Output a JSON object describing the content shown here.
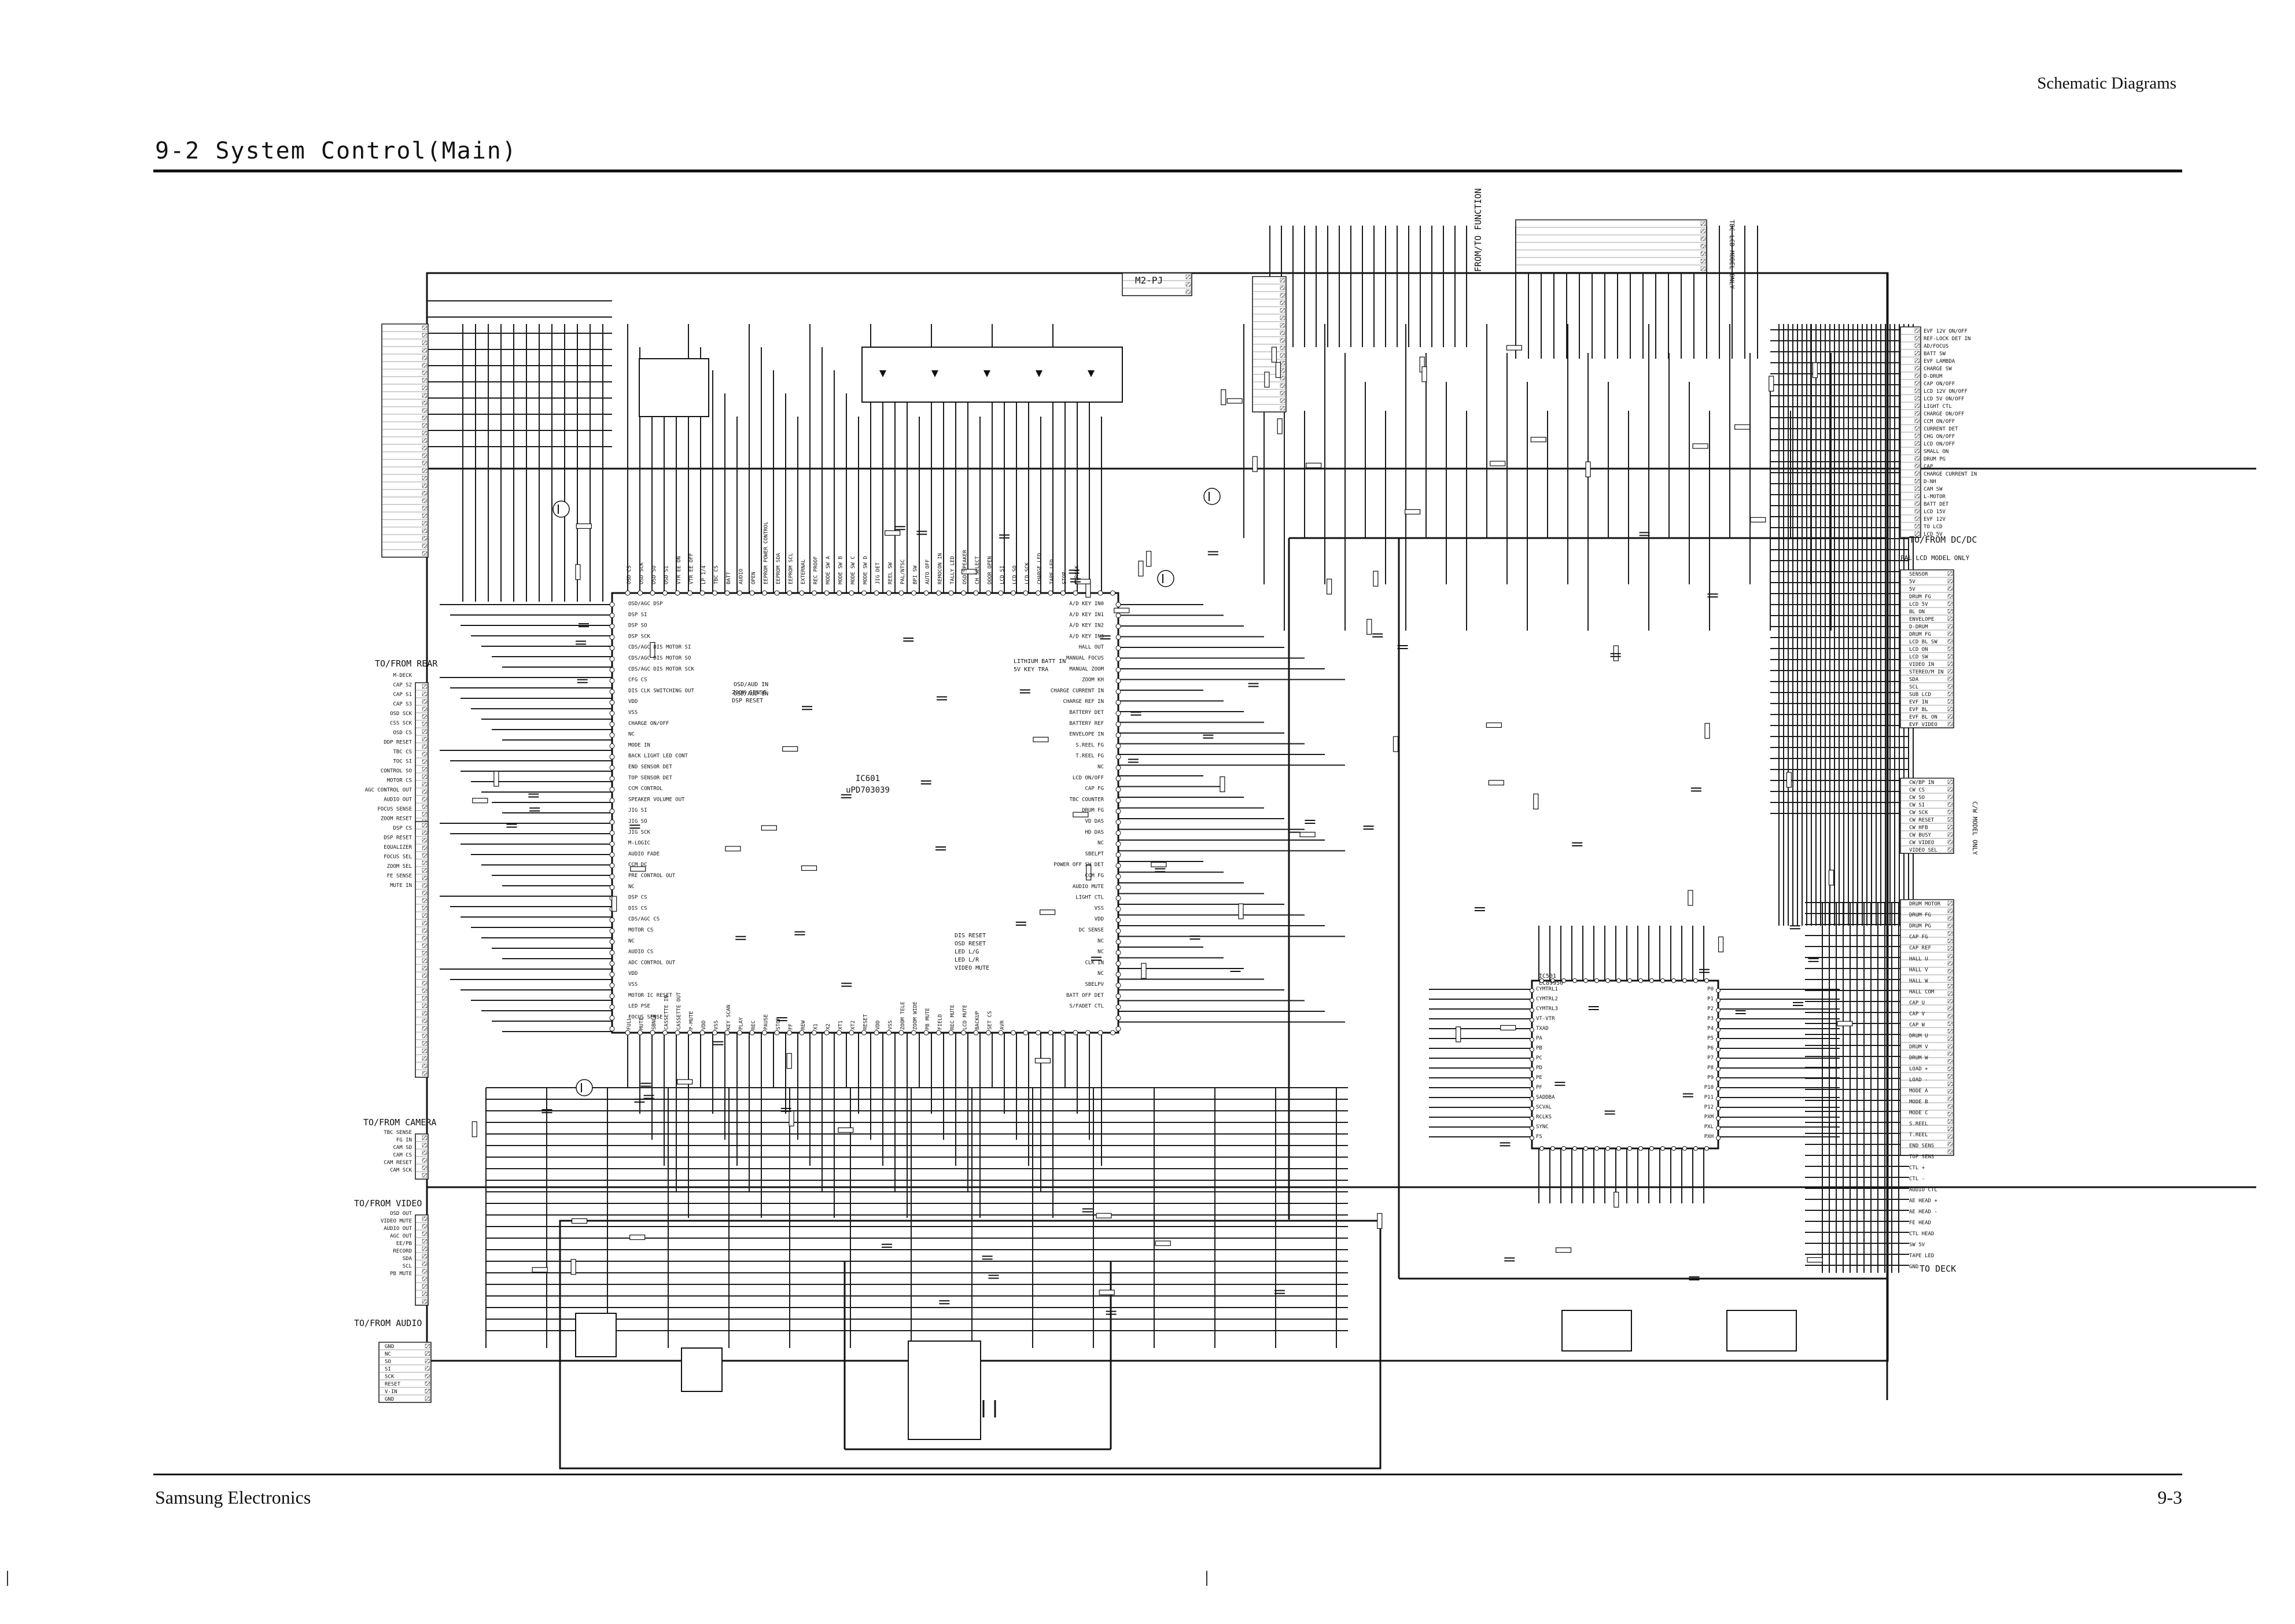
{
  "header": {
    "section": "Schematic Diagrams"
  },
  "title": "9-2 System Control(Main)",
  "footer": {
    "company": "Samsung Electronics",
    "page": "9-3"
  },
  "schematic": {
    "ic_main": {
      "ref": "IC601",
      "part": "uPD703039"
    },
    "ic_ctrl": {
      "ref": "IC501",
      "part": "LC89950"
    },
    "labels": {
      "rear": "TO/FROM REAR",
      "camera": "TO/FROM CAMERA",
      "video": "TO/FROM VIDEO",
      "audio": "TO/FROM AUDIO",
      "dcdc": "TO/FROM DC/DC",
      "deck": "TO DECK",
      "function": "FROM/TO FUNCTION",
      "m2pj": "M2-PJ",
      "pal": "PAL LCD MODEL ONLY",
      "cw": "C/W MODEL ONLY",
      "tbc": "TBC LCD MODEL ONLY"
    },
    "left_pins_rear": [
      "M-DECK",
      "CAP S2",
      "CAP S1",
      "CAP S3",
      "OSD SCK",
      "CSS SCK",
      "OSD CS",
      "DDP RESET",
      "TBC CS",
      "TOC SI",
      "CONTROL SO",
      "MOTOR CS",
      "AGC CONTROL OUT",
      "AUDIO OUT",
      "FOCUS SENSE",
      "ZOOM RESET",
      "DSP CS",
      "DSP RESET",
      "EQUALIZER",
      "FOCUS SEL",
      "ZOOM SEL",
      "FE SENSE",
      "MUTE IN"
    ],
    "left_pins_camera": [
      "TBC SENSE",
      "FG IN",
      "CAM SD",
      "CAM CS",
      "CAM RESET",
      "CAM SCK"
    ],
    "left_pins_video": [
      "OSD OUT",
      "VIDEO MUTE",
      "AUDIO OUT",
      "AGC OUT",
      "EE/PB",
      "RECORD",
      "SDA",
      "SCL",
      "PB MUTE"
    ],
    "left_pins_audio": [
      "GND",
      "NC",
      "SO",
      "SI",
      "SCK",
      "RESET",
      "V-IN",
      "GND"
    ],
    "ic601_left_pins": [
      "OSD/AGC DSP",
      "DSP SI",
      "DSP SO",
      "DSP SCK",
      "CDS/AGC DIS MOTOR SI",
      "CDS/AGC DIS MOTOR SO",
      "CDS/AGC DIS MOTOR SCK",
      "CFG CS",
      "DIS CLK SWITCHING OUT",
      "VDD",
      "VSS",
      "CHARGE ON/OFF",
      "NC",
      "MODE IN",
      "BACK LIGHT LED CONT",
      "END SENSOR DET",
      "TOP SENSOR DET",
      "CCM CONTROL",
      "SPEAKER VOLUME OUT",
      "JIG SI",
      "JIG SO",
      "JIG SCK",
      "M-LOGIC",
      "AUDIO FADE",
      "CCM DC",
      "PRE CONTROL OUT",
      "NC",
      "DSP CS",
      "DIS CS",
      "CDS/AGC CS",
      "MOTOR CS",
      "NC",
      "AUDIO CS",
      "ADC CONTROL OUT",
      "VDD",
      "VSS",
      "MOTOR IC RESET",
      "LED PSE",
      "FOCUS SENSE"
    ],
    "ic601_right_pins": [
      "A/D KEY IN0",
      "A/D KEY IN1",
      "A/D KEY IN2",
      "A/D KEY IN3",
      "HALL OUT",
      "MANUAL FOCUS",
      "MANUAL ZOOM",
      "ZOOM KH",
      "CHARGE CURRENT IN",
      "CHARGE REF IN",
      "BATTERY DET",
      "BATTERY REF",
      "ENVELOPE IN",
      "S.REEL FG",
      "T.REEL FG",
      "NC",
      "LCD ON/OFF",
      "CAP FG",
      "TBC COUNTER",
      "DRUM FG",
      "VD DAS",
      "HD DAS",
      "NC",
      "SBELPT",
      "POWER OFF SW DET",
      "CCM FG",
      "AUDIO MUTE",
      "LIGHT CTL",
      "VSS",
      "VDD",
      "DC SENSE",
      "NC",
      "NC",
      "CLK IN",
      "NC",
      "SBELPV",
      "BATT OFF DET",
      "S/FADET CTL"
    ],
    "ic601_top_pins": [
      "OSD CS",
      "OSD SCK",
      "OSD SO",
      "OSD SI",
      "VTR EE ON",
      "VTR EE OFF",
      "LP 1/4",
      "TBC CS",
      "BATT",
      "AUDIO",
      "OPEN",
      "EEPROM POWER CONTROL",
      "EEPROM SDA",
      "EEPROM SCL",
      "EXTERNAL",
      "REC PROOF",
      "MODE SW A",
      "MODE SW B",
      "MODE SW C",
      "MODE SW D",
      "JIG DET",
      "REEL SW",
      "PAL/NTSC",
      "BPI SW",
      "AUTO OFF",
      "REMOCON IN",
      "TALLY LED",
      "OSD SPEAKER",
      "CH SELECT",
      "DOOR OPEN",
      "LCD SI",
      "LCD SO",
      "LCD SCK",
      "CHARGE LED",
      "TAPE LED",
      "STOP",
      "AVRCLK"
    ],
    "ic601_bottom_pins": [
      "FULL",
      "MUTE",
      "SBNLE",
      "CASSETTE IN",
      "CASSETTE OUT",
      "P-MUTE",
      "VDD",
      "VSS",
      "KEY SCAN",
      "PLAY",
      "REC",
      "PAUSE",
      "STOP",
      "FF",
      "REW",
      "X1",
      "X2",
      "XT1",
      "XT2",
      "RESET",
      "VDD",
      "VSS",
      "ZOOM TELE",
      "ZOOM WIDE",
      "PB MUTE",
      "FIELD",
      "REC MUTE",
      "LCD MUTE",
      "BACKUP",
      "SET CS",
      "AVR"
    ],
    "ic601_notes": [
      "LITHIUM BATT IN",
      "5V KEY TRA",
      "ZOOM SENSE",
      "DSP RESET",
      "DIS RESET",
      "OSD RESET",
      "LED L/G",
      "LED L/R",
      "VIDEO MUTE",
      "OSD/AUD IN",
      "OSD/AUD IN"
    ],
    "dcdc_pins": [
      "EVF 12V ON/OFF",
      "REF-LOCK DET IN",
      "AD/FOCUS",
      "BATT SW",
      "EVF LAMBDA",
      "CHARGE SW",
      "D-DRUM",
      "CAP ON/OFF",
      "LCD 12V ON/OFF",
      "LCD 5V ON/OFF",
      "LIGHT CTL",
      "CHARGE ON/OFF",
      "CCM ON/OFF",
      "CURRENT DET",
      "CHG ON/OFF",
      "LCD ON/OFF",
      "SMALL ON",
      "DRUM PG",
      "CAP",
      "CHARGE CURRENT IN",
      "D-NH",
      "CAM SW",
      "L-MOTOR",
      "BATT DET",
      "LCD 15V",
      "EVF 12V",
      "TO LCD",
      "LCD 5V"
    ],
    "pal_pins": [
      "SENSOR",
      "5V",
      "5V",
      "DRUM FG",
      "LCD 5V",
      "BL ON",
      "ENVELOPE",
      "D-DRUM",
      "DRUM FG",
      "LCD BL SW",
      "LCD ON",
      "LCD SW",
      "VIDEO IN",
      "STEREO/M IN",
      "SDA",
      "SCL",
      "SUB LCD",
      "EVF IN",
      "EVF BL",
      "EVF BL ON",
      "EVF VIDEO"
    ],
    "cw_pins": [
      "CW/BP IN",
      "CW CS",
      "CW SO",
      "CW SI",
      "CW SCK",
      "CW RESET",
      "CW HFB",
      "CW BUSY",
      "CW VIDEO",
      "VIDEO SEL"
    ],
    "deck_pins": [
      "DRUM MOTOR",
      "DRUM FG",
      "DRUM PG",
      "CAP FG",
      "CAP REF",
      "HALL U",
      "HALL V",
      "HALL W",
      "HALL COM",
      "CAP U",
      "CAP V",
      "CAP W",
      "DRUM U",
      "DRUM V",
      "DRUM W",
      "LOAD +",
      "LOAD -",
      "MODE A",
      "MODE B",
      "MODE C",
      "S.REEL",
      "T.REEL",
      "END SENS",
      "TOP SENS",
      "CTL +",
      "CTL -",
      "AUDIO CTL",
      "AE HEAD +",
      "AE HEAD -",
      "FE HEAD",
      "CTL HEAD",
      "SW 5V",
      "TAPE LED",
      "GND"
    ],
    "ic501_left_pins": [
      "CYMTRL1",
      "CYMTRL2",
      "CYMTRL3",
      "VT-VTR",
      "TXAD",
      "PA",
      "PB",
      "PC",
      "PD",
      "PE",
      "PF",
      "SADDBA",
      "SCVAL",
      "RCLKS",
      "SYNC",
      "FS"
    ],
    "ic501_right_pins": [
      "P0",
      "P1",
      "P2",
      "P3",
      "P4",
      "P5",
      "P6",
      "P7",
      "P8",
      "P9",
      "P10",
      "P11",
      "P12",
      "PXM",
      "PXL",
      "PXH"
    ]
  }
}
